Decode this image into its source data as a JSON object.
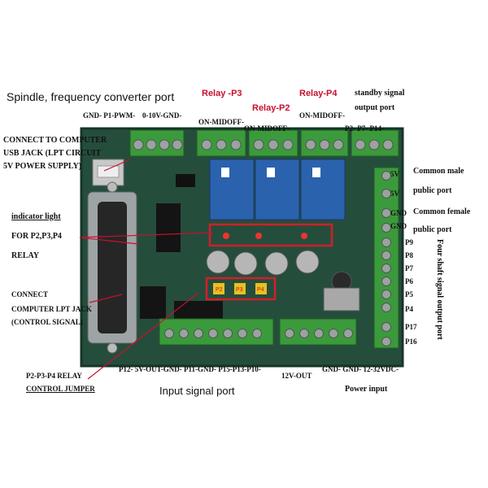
{
  "title": "Spindle, frequency converter port",
  "relays": {
    "p3": "Relay -P3",
    "p2": "Relay-P2",
    "p4": "Relay-P4"
  },
  "standby": {
    "line1": "standby signal",
    "line2": "output port"
  },
  "top_pins": {
    "spindle": "GND- P1-PWM-",
    "analog": "0-10V-GND-",
    "relay_p3": "ON-MIDOFF-",
    "relay_p2": "ON-MIDOFF-",
    "relay_p4": "ON-MIDOFF-",
    "standby_pins": "P2- P7- P14-"
  },
  "left": {
    "connect1": "CONNECT TO COMPUTER",
    "connect2": "USB JACK (LPT CIRCUIT",
    "connect3": "5V POWER SUPPLY)",
    "indicator1": "indicator light",
    "indicator2": "FOR P2,P3,P4",
    "indicator3": "RELAY",
    "lpt1": "CONNECT",
    "lpt2": "COMPUTER LPT JACK",
    "lpt3": "(CONTROL SIGNAL)",
    "jumper1": "P2-P3-P4 RELAY",
    "jumper2": "CONTROL JUMPER"
  },
  "right": {
    "male1": "Common male",
    "male2": "public port",
    "female1": "Common female",
    "female2": "public port",
    "pin_5v_a": "5V",
    "pin_5v_b": "5V",
    "pin_gnd_a": "GND",
    "pin_gnd_b": "GND",
    "pins": [
      "P9",
      "P8",
      "P7",
      "P6",
      "P5",
      "P4",
      "P17",
      "P16"
    ],
    "four_shaft": "Four shaft signal output port"
  },
  "bottom": {
    "pins1": "P12- 5V-OUT-GND- P11-GND- P15-P13-P10-",
    "pins2": "12V-OUT",
    "pins3": "GND- GND- 12-32VDC-",
    "input": "Input signal port",
    "power": "Power input"
  },
  "board_labels": {
    "p2": "P2",
    "p3": "P3",
    "p4": "P4"
  },
  "colors": {
    "pcb": "#1f4f3a",
    "terminal": "#3f9b3f",
    "relay": "#2a5fa8",
    "annotation_red": "#c8102e"
  }
}
